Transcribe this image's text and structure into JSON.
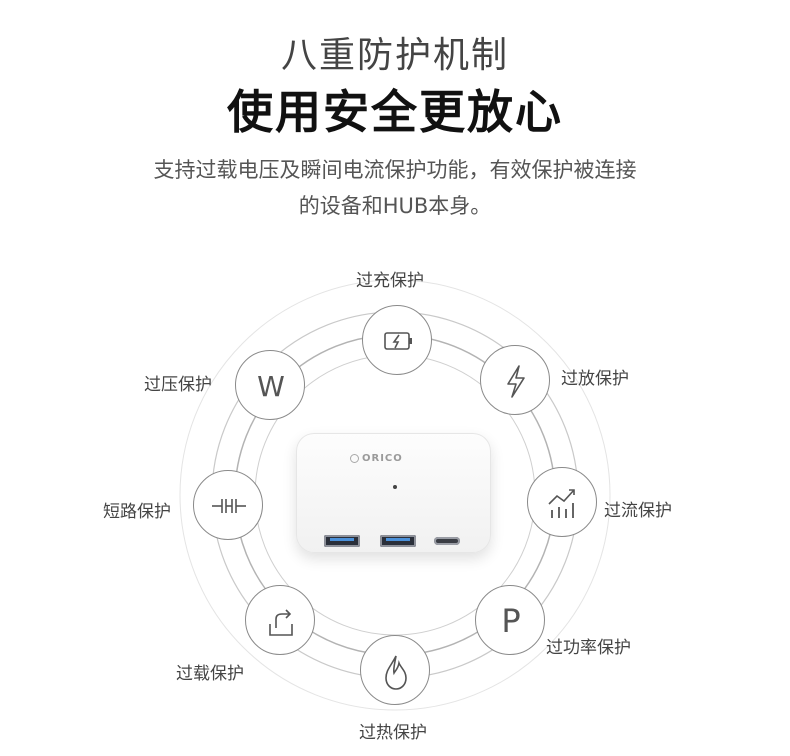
{
  "header": {
    "title_line1": "八重防护机制",
    "title_line2": "使用安全更放心",
    "desc_line1": "支持过载电压及瞬间电流保护功能，有效保护被连接",
    "desc_line2": "的设备和HUB本身。"
  },
  "device": {
    "brand": "ORICO"
  },
  "protections": [
    {
      "label": "过充保护",
      "icon": "battery-charge-icon"
    },
    {
      "label": "过放保护",
      "icon": "lightning-icon"
    },
    {
      "label": "过流保护",
      "icon": "rising-chart-icon"
    },
    {
      "label": "过功率保护",
      "icon": "power-p-icon"
    },
    {
      "label": "过热保护",
      "icon": "flame-icon"
    },
    {
      "label": "过载保护",
      "icon": "load-export-icon"
    },
    {
      "label": "短路保护",
      "icon": "short-circuit-icon"
    },
    {
      "label": "过压保护",
      "icon": "watt-w-icon"
    }
  ]
}
